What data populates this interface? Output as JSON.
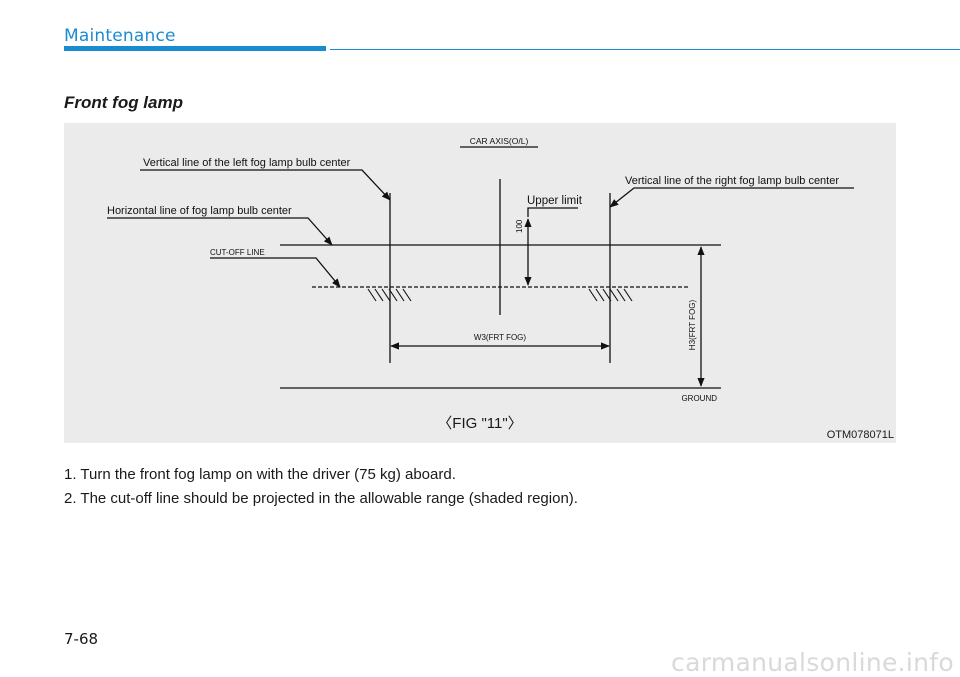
{
  "header": {
    "section": "Maintenance"
  },
  "title": "Front fog lamp",
  "figure": {
    "labels": {
      "car_axis": "CAR AXIS(O/L)",
      "left_vertical": "Vertical line of the left fog lamp bulb center",
      "right_vertical": "Vertical line of the right fog lamp bulb center",
      "horizontal": "Horizontal line of fog lamp bulb center",
      "upper_limit": "Upper limit",
      "cutoff": "CUT-OFF LINE",
      "dim_100": "100",
      "width": "W3(FRT FOG)",
      "height": "H3(FRT FOG)",
      "ground": "GROUND"
    },
    "caption": "〈FIG \"11\"〉",
    "code": "OTM078071L"
  },
  "instructions": [
    "1. Turn the front fog lamp on with the driver (75 kg) aboard.",
    "2. The cut-off line should be projected in the allowable range (shaded region)."
  ],
  "page_number": "7-68",
  "watermark": "carmanualsonline.info"
}
